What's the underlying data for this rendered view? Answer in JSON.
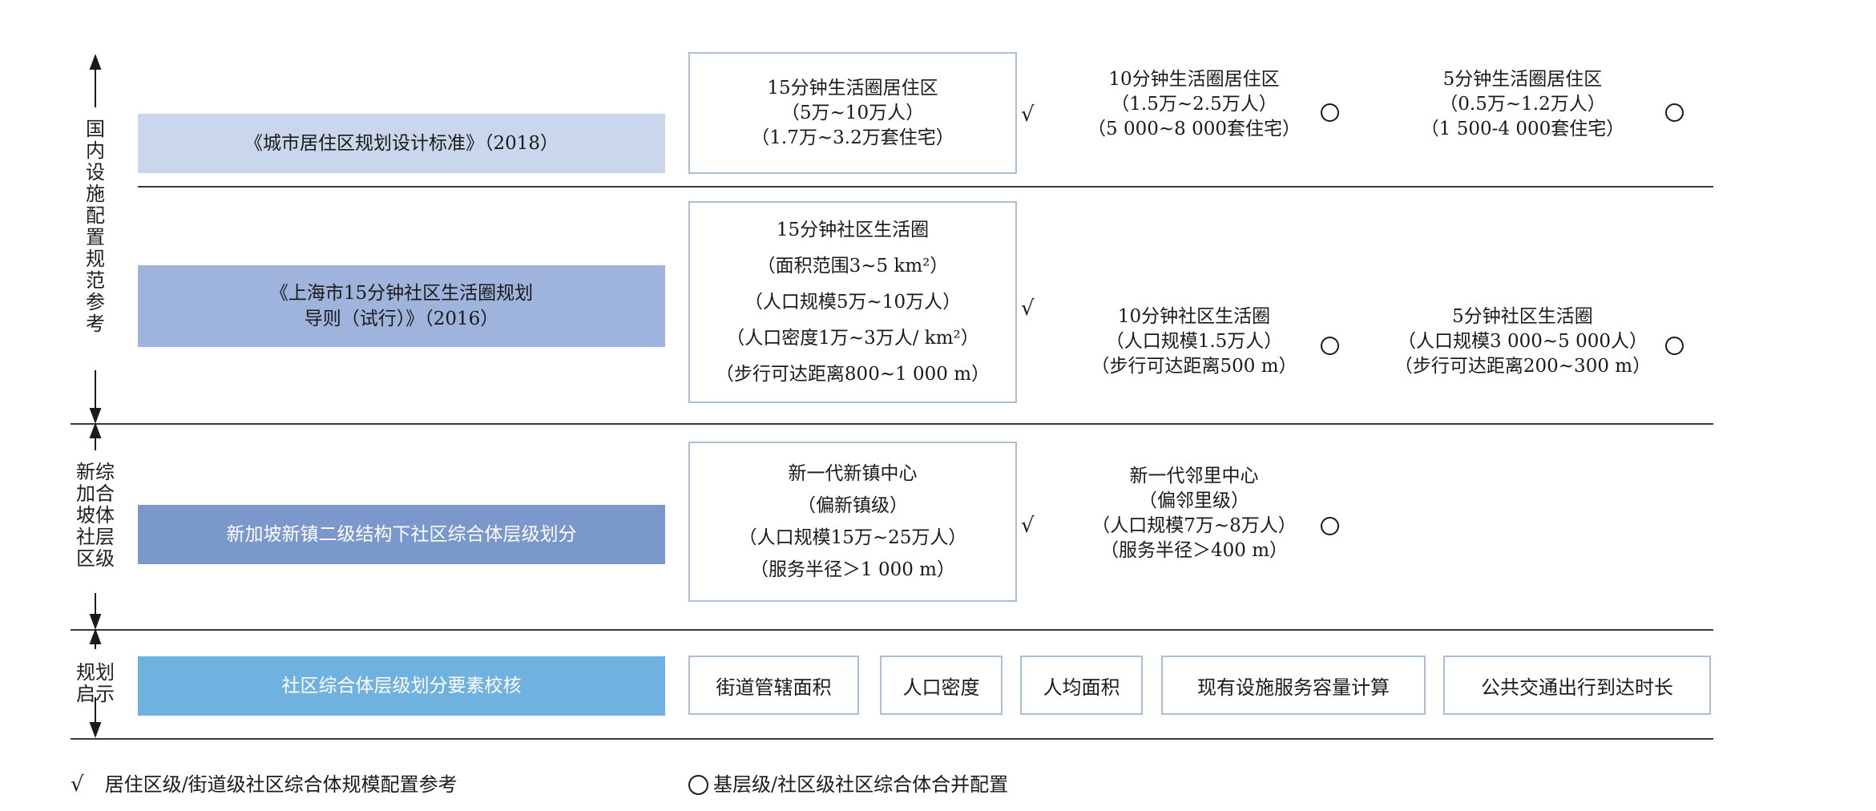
{
  "sections": [
    {
      "label_chars": [
        "国",
        "内",
        "设",
        "施",
        "配",
        "置",
        "规",
        "范",
        "参",
        "考"
      ]
    },
    {
      "label_chars": [
        "新综",
        "加合",
        "坡体",
        "社层",
        "区级"
      ]
    },
    {
      "label_chars": [
        "规划",
        "启示"
      ]
    }
  ],
  "rows": [
    {
      "category_lines": [
        "《城市居住区规划设计标准》（2018）"
      ],
      "box_lines": [
        "15分钟生活圈居住区",
        "（5万~10万人）",
        "（1.7万~3.2万套住宅）"
      ],
      "box_mark": "√",
      "items": [
        {
          "lines": [
            "10分钟生活圈居住区",
            "（1.5万~2.5万人）",
            "（5 000~8 000套住宅）"
          ]
        },
        {
          "lines": [
            "5分钟生活圈居住区",
            "（0.5万~1.2万人）",
            "（1 500-4 000套住宅）"
          ]
        }
      ]
    },
    {
      "category_lines": [
        "《上海市15分钟社区生活圈规划",
        "导则（试行）》（2016）"
      ],
      "box_lines": [
        "15分钟社区生活圈",
        "（面积范围3~5 km²）",
        "（人口规模5万~10万人）",
        "（人口密度1万~3万人/ km²）",
        "（步行可达距离800~1 000 m）"
      ],
      "box_mark": "√",
      "items": [
        {
          "lines": [
            "10分钟社区生活圈",
            "（人口规模1.5万人）",
            "（步行可达距离500 m）"
          ]
        },
        {
          "lines": [
            "5分钟社区生活圈",
            "（人口规模3 000~5 000人）",
            "（步行可达距离200~300 m）"
          ]
        }
      ]
    },
    {
      "category_lines": [
        "新加坡新镇二级结构下社区综合体层级划分"
      ],
      "box_lines": [
        "新一代新镇中心",
        "（偏新镇级）",
        "（人口规模15万~25万人）",
        "（服务半径＞1 000 m）"
      ],
      "box_mark": "√",
      "items": [
        {
          "lines": [
            "新一代邻里中心",
            "（偏邻里级）",
            "（人口规模7万~8万人）",
            "（服务半径＞400 m）"
          ]
        }
      ]
    },
    {
      "category_lines": [
        "社区综合体层级划分要素校核"
      ],
      "factors": [
        "街道管辖面积",
        "人口密度",
        "人均面积",
        "现有设施服务容量计算",
        "公共交通出行到达时长"
      ]
    }
  ],
  "legend": {
    "check_mark": "√",
    "check_text": "居住区级/街道级社区综合体规模配置参考",
    "circle_text": "基层级/社区级社区综合体合并配置"
  },
  "colors": {
    "row1": "#cad6eb",
    "row2": "#9fb4dc",
    "row3": "#7a98cc",
    "row4": "#6fb2df",
    "box_border": "#a9bfd9",
    "line": "#3a3a3a"
  }
}
